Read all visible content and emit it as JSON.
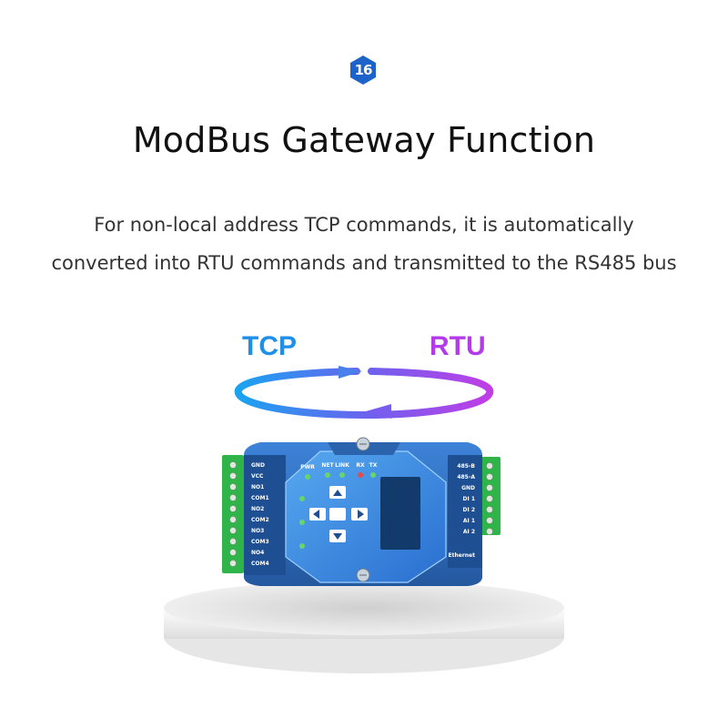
{
  "badge": {
    "number": "16"
  },
  "heading": {
    "title": "ModBus Gateway Function"
  },
  "description": {
    "line1": "For non-local address TCP commands, it is automatically",
    "line2": "converted into RTU commands and transmitted to the RS485 bus"
  },
  "protocols": {
    "left": "TCP",
    "right": "RTU"
  },
  "device": {
    "left_terminals": [
      "GND",
      "VCC",
      "NO1",
      "COM1",
      "NO2",
      "COM2",
      "NO3",
      "COM3",
      "NO4",
      "COM4"
    ],
    "right_terminals": [
      "485-B",
      "485-A",
      "GND",
      "DI 1",
      "DI 2",
      "AI 1",
      "AI 2"
    ],
    "port_label": "Ethernet",
    "led_labels": [
      "PWR",
      "NET",
      "LINK",
      "RX",
      "TX"
    ]
  },
  "colors": {
    "badge": "#1d63c9",
    "tcp": "#1f8fe8",
    "rtu": "#b43ce8",
    "device_body": "#2c6fc6",
    "terminal_green": "#2fb44a"
  }
}
